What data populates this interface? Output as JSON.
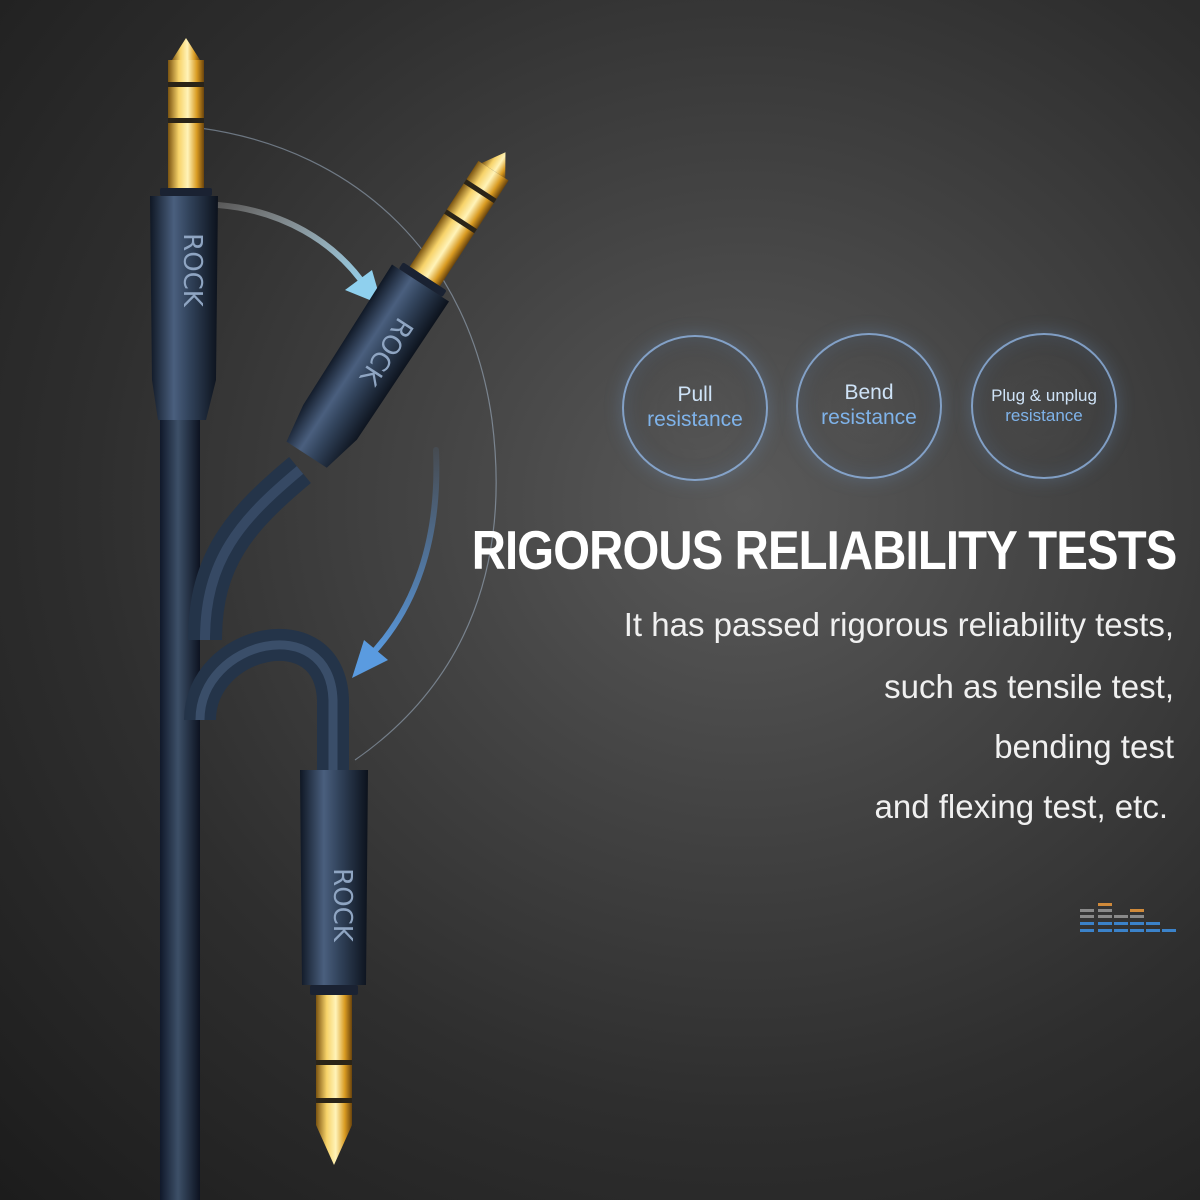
{
  "brand_mark": "ROCK",
  "badges": [
    {
      "line1": "Pull",
      "line2": "resistance"
    },
    {
      "line1": "Bend",
      "line2": "resistance"
    },
    {
      "line1": "Plug & unplug",
      "line2": "resistance"
    }
  ],
  "headline": "RIGOROUS RELIABILITY TESTS",
  "body_lines": [
    "It has passed rigorous reliability tests,",
    "such as tensile test,",
    "bending test",
    "and flexing test, etc."
  ],
  "colors": {
    "accent_blue": "#7fb3ea",
    "gold": "#e7b73a",
    "cable": "#2c3d55",
    "logo_orange": "#d08a3a",
    "logo_blue": "#3b82c9"
  }
}
